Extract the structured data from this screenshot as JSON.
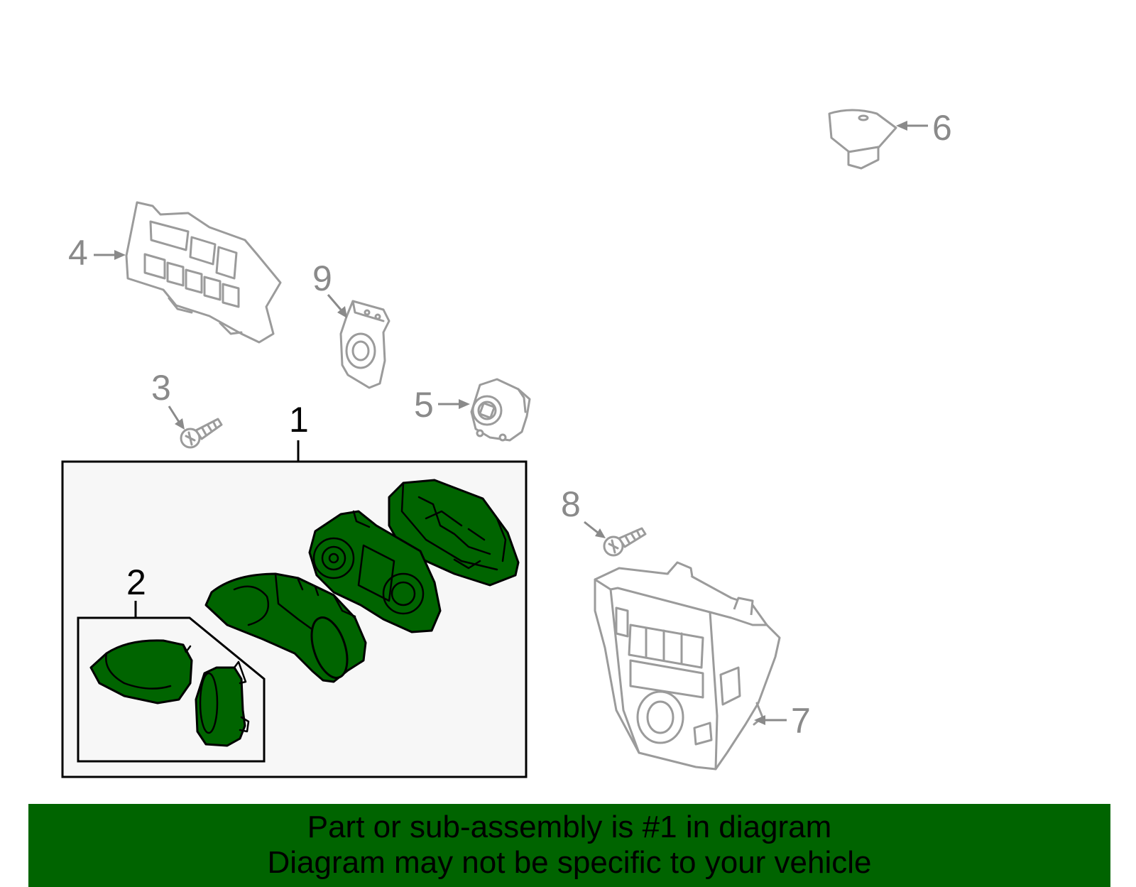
{
  "callouts": {
    "c1": "1",
    "c2": "2",
    "c3": "3",
    "c4": "4",
    "c5": "5",
    "c6": "6",
    "c7": "7",
    "c8": "8",
    "c9": "9"
  },
  "parts": [
    {
      "number": "1",
      "icon": "instrument-cluster-assembly",
      "highlighted": true
    },
    {
      "number": "2",
      "icon": "gauge-lens-subassembly",
      "highlighted": true
    },
    {
      "number": "3",
      "icon": "screw-icon",
      "highlighted": false
    },
    {
      "number": "4",
      "icon": "switch-panel-icon",
      "highlighted": false
    },
    {
      "number": "5",
      "icon": "knob-switch-icon",
      "highlighted": false
    },
    {
      "number": "6",
      "icon": "cap-icon",
      "highlighted": false
    },
    {
      "number": "7",
      "icon": "climate-control-panel-icon",
      "highlighted": false
    },
    {
      "number": "8",
      "icon": "screw-icon",
      "highlighted": false
    },
    {
      "number": "9",
      "icon": "bracket-switch-icon",
      "highlighted": false
    }
  ],
  "colors": {
    "highlight": "#006400",
    "inactive_part": "#9b9b9b",
    "label_gray": "#8a8a8a",
    "panel_bg": "#f7f7f7"
  },
  "banner": {
    "line1": "Part or sub-assembly is #1 in diagram",
    "line2": "Diagram may not be specific to your vehicle"
  }
}
